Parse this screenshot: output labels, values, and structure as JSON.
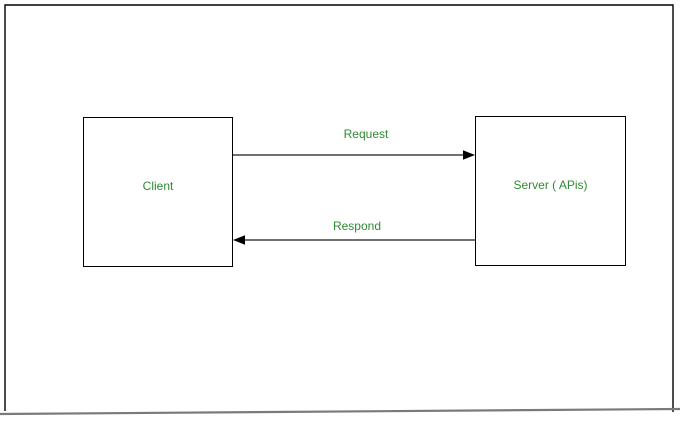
{
  "colors": {
    "label_text": "#2e8b31",
    "node_border": "#000000",
    "node_fill": "#ffffff",
    "edge_line": "#707070",
    "arrowhead": "#000000",
    "frame_border": "#000000",
    "frame_bottom_edge": "#7a7a7a",
    "background": "#ffffff"
  },
  "diagram": {
    "nodes": [
      {
        "id": "client",
        "label": "Client"
      },
      {
        "id": "server",
        "label": "Server ( APis)"
      }
    ],
    "edges": [
      {
        "id": "request",
        "label": "Request",
        "from": "client",
        "to": "server",
        "arrow_direction": "right"
      },
      {
        "id": "respond",
        "label": "Respond",
        "from": "server",
        "to": "client",
        "arrow_direction": "left"
      }
    ]
  }
}
